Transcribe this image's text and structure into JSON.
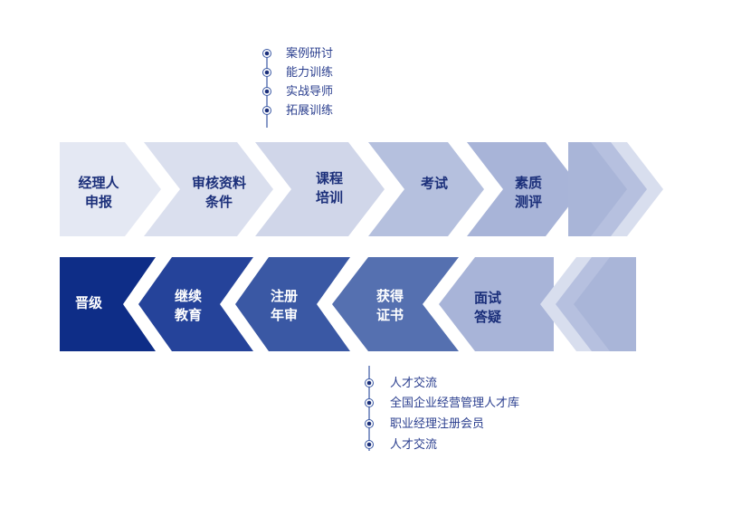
{
  "top_steps": [
    {
      "line1": "经理人",
      "line2": "申报",
      "color": "#e4e8f3"
    },
    {
      "line1": "审核资料",
      "line2": "条件",
      "color": "#dadfee"
    },
    {
      "line1": "课程",
      "line2": "培训",
      "color": "#d0d6e9"
    },
    {
      "line1": "考试",
      "line2": "",
      "color": "#b5c0de"
    },
    {
      "line1": "素质",
      "line2": "测评",
      "color": "#a8b4d8"
    }
  ],
  "bottom_steps": [
    {
      "line1": "晋级",
      "line2": "",
      "color": "#0e2d87"
    },
    {
      "line1": "继续",
      "line2": "教育",
      "color": "#25439a"
    },
    {
      "line1": "注册",
      "line2": "年审",
      "color": "#3a58a4"
    },
    {
      "line1": "获得",
      "line2": "证书",
      "color": "#5570b0"
    },
    {
      "line1": "面试",
      "line2": "答疑",
      "color": "#a8b4d8"
    }
  ],
  "training_items": [
    "案例研讨",
    "能力训练",
    "实战导师",
    "拓展训练"
  ],
  "certificate_items": [
    "人才交流",
    "全国企业经营管理人才库",
    "职业经理注册会员",
    "人才交流"
  ]
}
